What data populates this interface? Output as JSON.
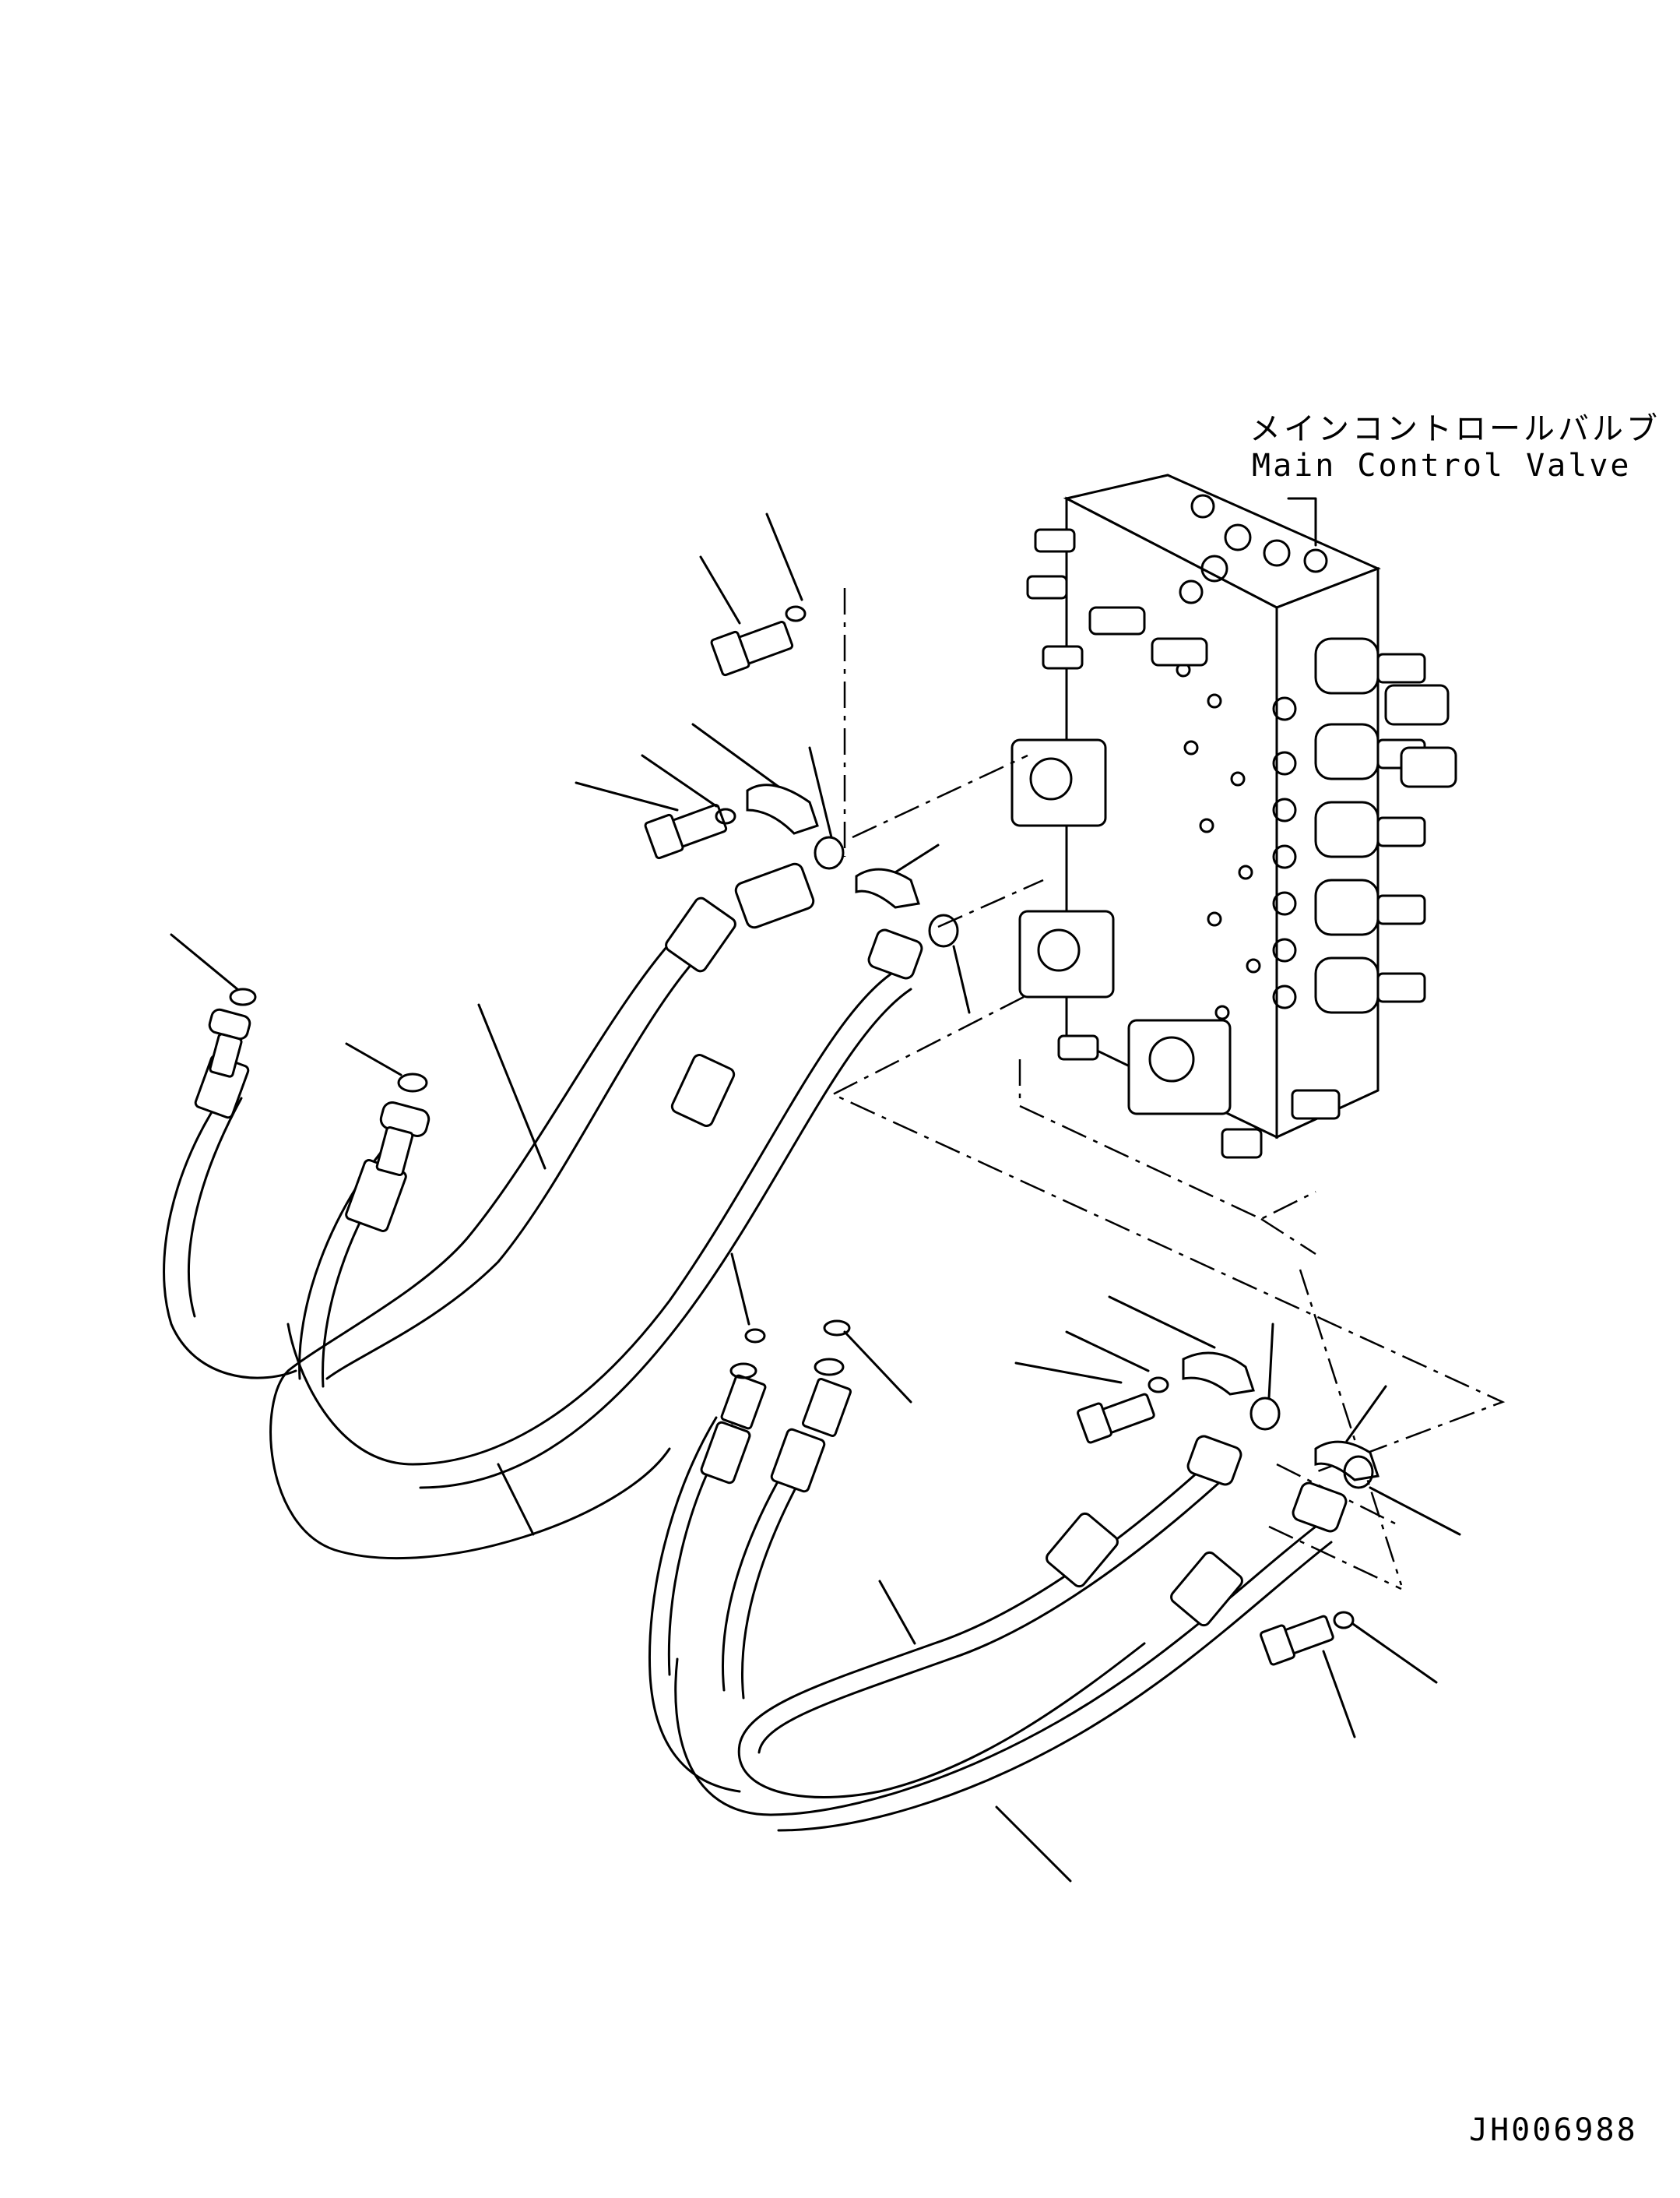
{
  "labels": {
    "component_jp": "メインコントロールバルブ",
    "component_en": "Main Control Valve",
    "drawing_code": "JH006988"
  }
}
